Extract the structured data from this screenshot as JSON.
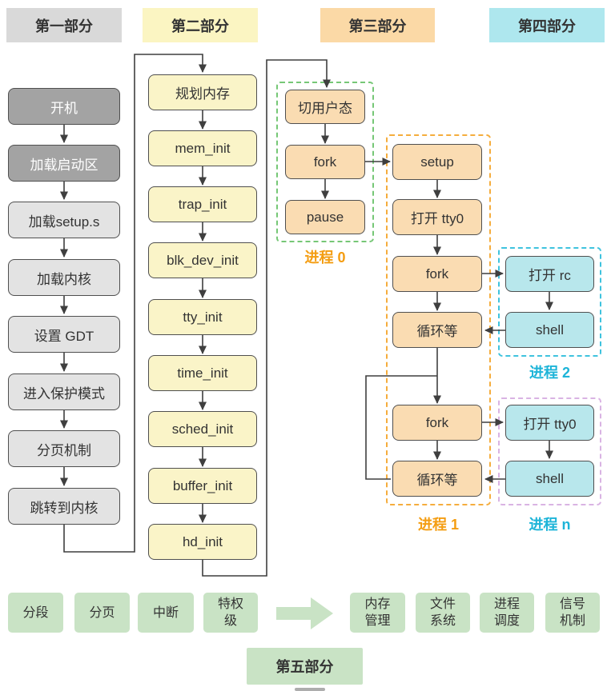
{
  "headers": [
    "第一部分",
    "第二部分",
    "第三部分",
    "第四部分"
  ],
  "part1": {
    "boxes": [
      "开机",
      "加载启动区",
      "加载setup.s",
      "加载内核",
      "设置 GDT",
      "进入保护模式",
      "分页机制",
      "跳转到内核"
    ]
  },
  "part2": {
    "boxes": [
      "规划内存",
      "mem_init",
      "trap_init",
      "blk_dev_init",
      "tty_init",
      "time_init",
      "sched_init",
      "buffer_init",
      "hd_init"
    ]
  },
  "process0": {
    "label": "进程 0",
    "boxes": [
      "切用户态",
      "fork",
      "pause"
    ]
  },
  "process1": {
    "label": "进程 1",
    "boxes": [
      "setup",
      "打开 tty0",
      "fork",
      "循环等",
      "fork",
      "循环等"
    ]
  },
  "process2": {
    "label": "进程 2",
    "boxes": [
      "打开 rc",
      "shell"
    ]
  },
  "process_n": {
    "label": "进程 n",
    "boxes": [
      "打开 tty0",
      "shell"
    ]
  },
  "part5": {
    "label": "第五部分",
    "left_boxes": [
      "分段",
      "分页",
      "中断",
      "特权\n级"
    ],
    "right_boxes": [
      "内存\n管理",
      "文件\n系统",
      "进程\n调度",
      "信号\n机制"
    ]
  },
  "colors": {
    "part1_header": "#d9d9d9",
    "part2_header": "#fbf5c2",
    "part3_header": "#fbd9a6",
    "part4_header": "#aee7ee",
    "dark_box": "#a3a3a3",
    "light_box": "#e3e3e3",
    "yellow_box": "#faf4c8",
    "orange_box": "#fadcb2",
    "cyan_box": "#b8e7ec",
    "green_box": "#c9e3c5",
    "dashed_green": "#76c776",
    "dashed_orange": "#f5ad3d",
    "dashed_cyan": "#3fc3de",
    "dashed_purple": "#d9b3e3",
    "label_orange": "#f49d12",
    "label_cyan": "#1db4d8",
    "connector": "#3f3f3f"
  }
}
